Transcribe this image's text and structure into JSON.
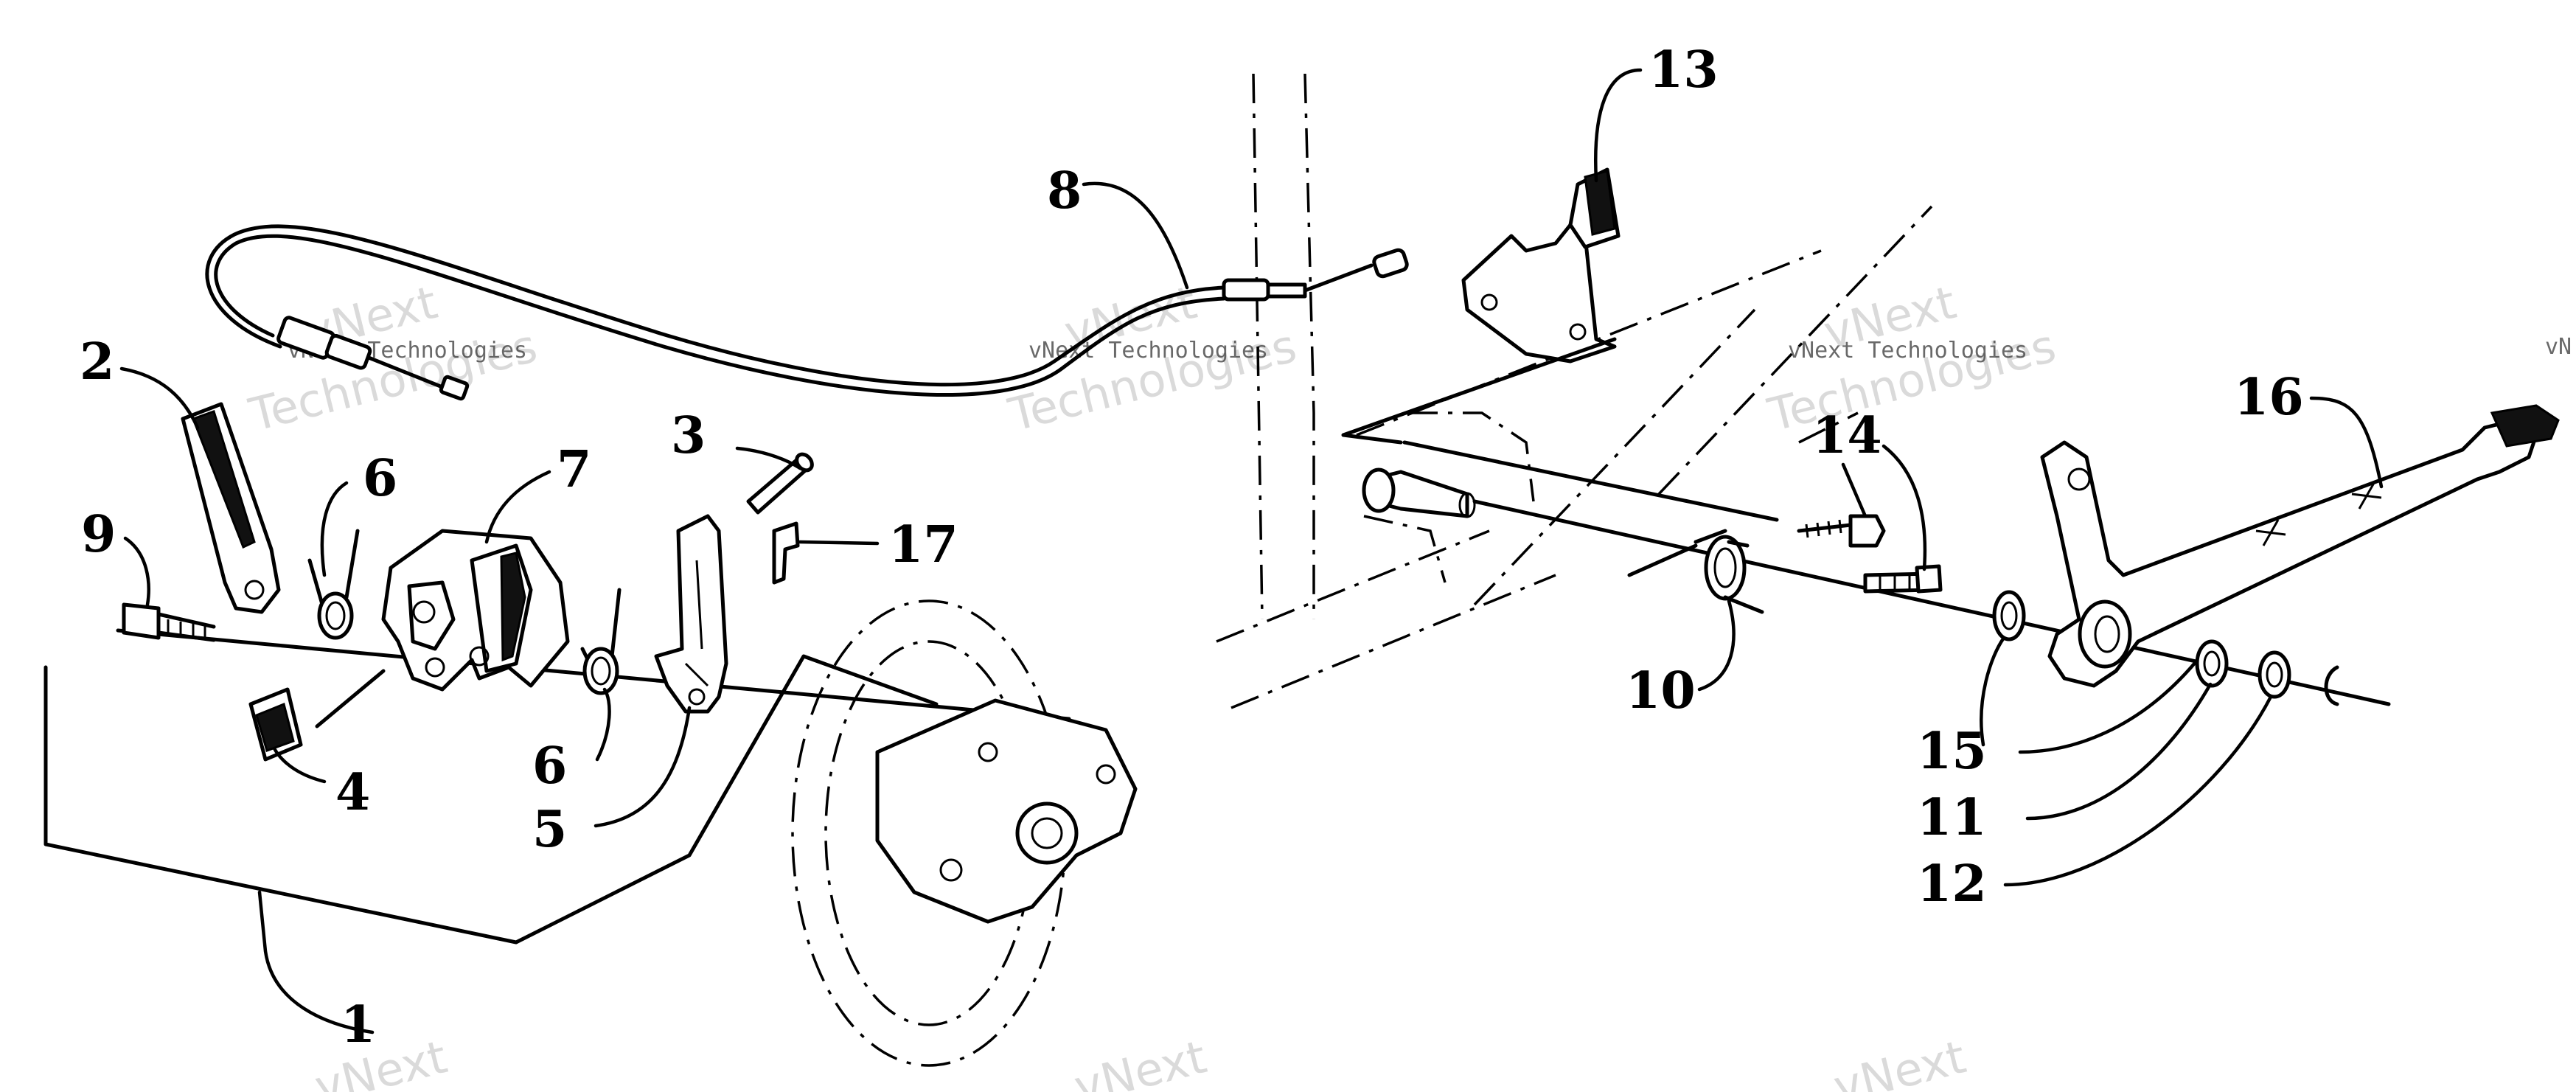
{
  "diagram": {
    "callouts": [
      {
        "id": "1",
        "text": "1"
      },
      {
        "id": "2",
        "text": "2"
      },
      {
        "id": "3",
        "text": "3"
      },
      {
        "id": "4",
        "text": "4"
      },
      {
        "id": "5",
        "text": "5"
      },
      {
        "id": "6a",
        "text": "6"
      },
      {
        "id": "6b",
        "text": "6"
      },
      {
        "id": "7",
        "text": "7"
      },
      {
        "id": "8",
        "text": "8"
      },
      {
        "id": "9",
        "text": "9"
      },
      {
        "id": "10",
        "text": "10"
      },
      {
        "id": "11",
        "text": "11"
      },
      {
        "id": "12",
        "text": "12"
      },
      {
        "id": "13",
        "text": "13"
      },
      {
        "id": "14",
        "text": "14"
      },
      {
        "id": "15",
        "text": "15"
      },
      {
        "id": "16",
        "text": "16"
      },
      {
        "id": "17",
        "text": "17"
      }
    ],
    "watermark": {
      "brand": "vNext",
      "word": "Technologies",
      "full": "vNext Technologies",
      "edge_fragment": "vN"
    }
  }
}
